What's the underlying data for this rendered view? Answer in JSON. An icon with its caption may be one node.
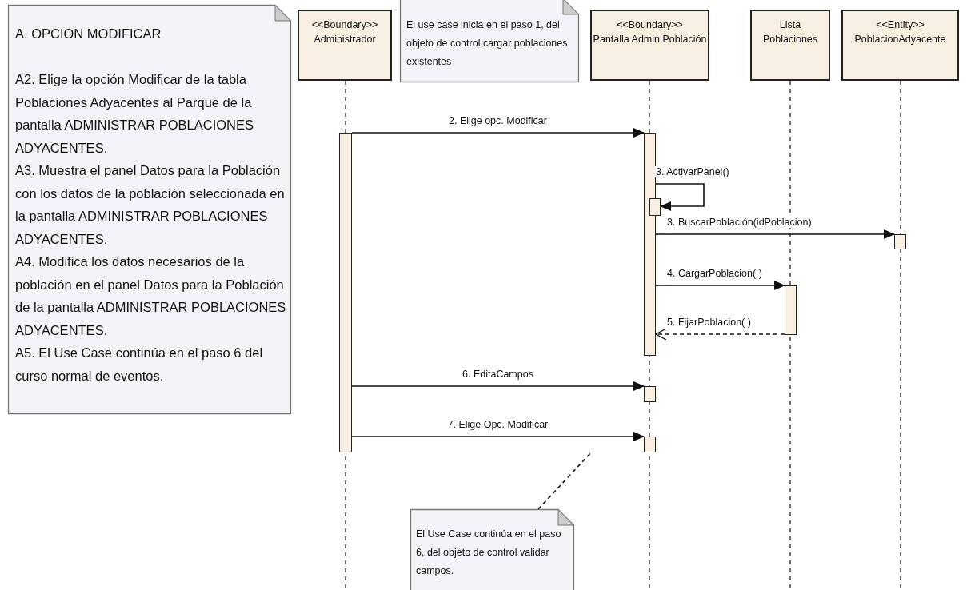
{
  "diagram": {
    "nodes": [
      {
        "text": [
          "A. OPCION MODIFICAR",
          "A2. Elige la opción Modificar de la tabla Poblaciones Adyacentes al Parque de la pantalla ADMINISTRAR POBLACIONES ADYACENTES.",
          "A3. Muestra el panel Datos para la Población con los datos de la población seleccionada en la pantalla ADMINISTRAR POBLACIONES ADYACENTES.",
          "A4. Modifica los datos necesarios de la población en el panel Datos para la Población de la pantalla ADMINISTRAR POBLACIONES ADYACENTES.",
          "A5. El Use Case continúa en el paso 6 del curso normal de eventos."
        ]
      },
      {
        "text": [
          "<<Boundary>>",
          "Administrador"
        ]
      },
      {
        "text": [
          "El use case inicia en el paso 1, del objeto de control cargar poblaciones existentes"
        ]
      },
      {
        "text": [
          "<<Boundary>>",
          "Pantalla Admin Población"
        ]
      },
      {
        "text": [
          "Lista Poblaciones"
        ]
      },
      {
        "text": [
          "<<Entity>>",
          "PoblacionAdyacente"
        ]
      },
      {
        "text": [
          "El Use Case continúa en el paso 6, del objeto de control validar campos."
        ]
      },
      {
        "text": [],
        "shape": "bar"
      },
      {
        "text": [],
        "shape": "bar"
      },
      {
        "text": [],
        "shape": "bar"
      },
      {
        "text": [],
        "shape": "bar"
      },
      {
        "text": [],
        "shape": "bar"
      },
      {
        "text": [],
        "shape": "bar"
      },
      {
        "text": [],
        "shape": "bar"
      }
    ],
    "edges": [
      {
        "from": 7,
        "to": 8,
        "arrow": "to",
        "label": "2. Elige opc. Modificar"
      },
      {
        "from": 8,
        "to": 9,
        "arrow": "to",
        "label": "3. ActivarPanel()"
      },
      {
        "from": 8,
        "to": 10,
        "arrow": "to",
        "label": "3. BuscarPoblación(idPoblacion)"
      },
      {
        "from": 8,
        "to": 11,
        "arrow": "to",
        "label": "4. CargarPoblacion( )"
      },
      {
        "from": 11,
        "to": 8,
        "arrow": "to",
        "label": "5. FijarPoblacion( )",
        "style": "dashed"
      },
      {
        "from": 7,
        "to": 12,
        "arrow": "to",
        "label": "6. EditaCampos"
      },
      {
        "from": 7,
        "to": 13,
        "arrow": "to",
        "label": "7. Elige Opc. Modificar"
      },
      {
        "from": 6,
        "to": null,
        "arrow": "none",
        "style": "dashed"
      }
    ]
  }
}
